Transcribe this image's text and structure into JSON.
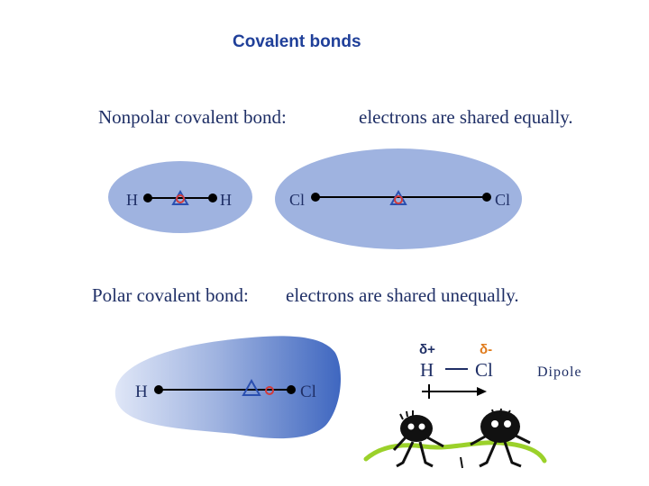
{
  "title": "Covalent bonds",
  "nonpolar": {
    "label": "Nonpolar covalent bond:",
    "description": "electrons are shared equally.",
    "h2": {
      "left_atom": "H",
      "right_atom": "H"
    },
    "cl2": {
      "left_atom": "Cl",
      "right_atom": "Cl"
    }
  },
  "polar": {
    "label": "Polar covalent bond:",
    "description": "electrons are shared unequally.",
    "hcl": {
      "left_atom": "H",
      "right_atom": "Cl"
    },
    "dipole": {
      "delta_plus": "δ+",
      "delta_minus": "δ-",
      "left_atom": "H",
      "right_atom": "Cl",
      "label": "Dipole"
    }
  },
  "colors": {
    "title": "#1f3f99",
    "text": "#1f2f66",
    "cloud": "#9fb3e0",
    "cloud_dark": "#3f67c0",
    "delta_minus": "#e07a1a",
    "triangle": "#2a4fb0",
    "circle": "#d23a3a",
    "rope": "#9bd12a"
  }
}
